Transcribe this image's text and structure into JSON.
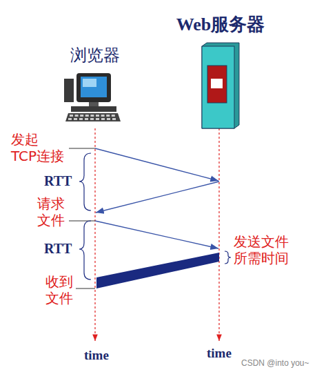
{
  "diagram": {
    "nodes": [
      {
        "text": [
          "浏览器"
        ]
      },
      {
        "text": [
          "Web服务器"
        ]
      }
    ],
    "labels": [
      "发起 TCP连接",
      "RTT",
      "请求 文件",
      "RTT",
      "发送文件 所需时间",
      "收到 文件",
      "time",
      "time",
      "CSDN @into you~"
    ]
  }
}
